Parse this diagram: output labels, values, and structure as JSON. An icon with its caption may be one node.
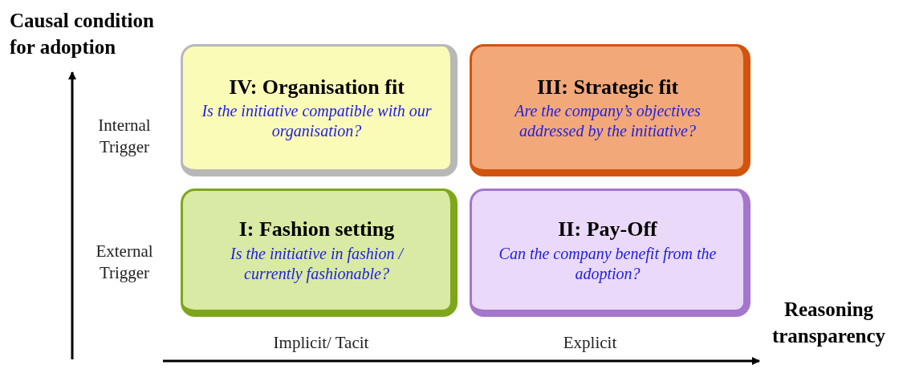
{
  "diagram": {
    "nodes": [
      {
        "text": [
          "IV: Organisation fit",
          "Is the initiative compatible with our organisation?"
        ]
      },
      {
        "text": [
          "III: Strategic fit",
          "Are the company’s objectives addressed by the initiative?"
        ]
      },
      {
        "text": [
          "I: Fashion setting",
          "Is the initiative in fashion / currently fashionable?"
        ]
      },
      {
        "text": [
          "II: Pay-Off",
          "Can the company benefit from the adoption?"
        ]
      }
    ],
    "edges": [],
    "labels": [
      "Causal condition for adoption",
      "Internal Trigger",
      "External Trigger",
      "Reasoning transparency",
      "Implicit/ Tacit",
      "Explicit"
    ]
  }
}
